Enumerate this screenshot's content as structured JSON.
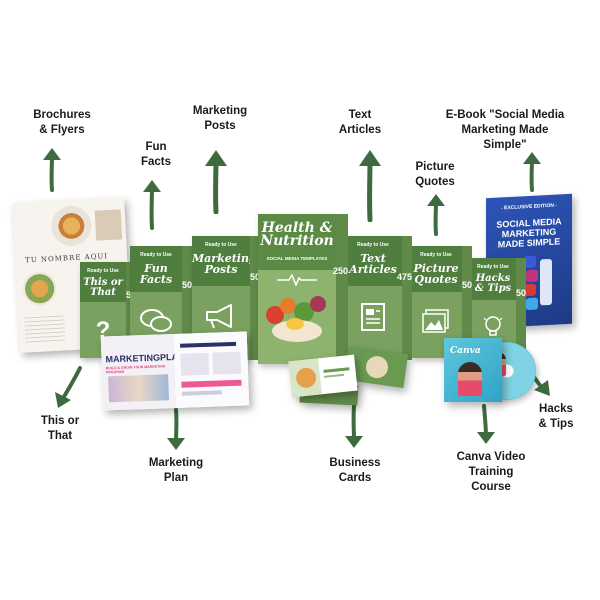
{
  "labels": {
    "brochures": "Brochures\n& Flyers",
    "fun_facts": "Fun\nFacts",
    "marketing_posts": "Marketing\nPosts",
    "text_articles": "Text\nArticles",
    "picture_quotes": "Picture\nQuotes",
    "ebook": "E-Book \"Social Media\nMarketing Made\nSimple\"",
    "this_or_that": "This or\nThat",
    "marketing_plan": "Marketing\nPlan",
    "business_cards": "Business\nCards",
    "canva_course": "Canva Video\nTraining\nCourse",
    "hacks_tips": "Hacks\n& Tips"
  },
  "boxes": {
    "ready_to_use": "Ready to Use",
    "this_or_that": {
      "title": "This or\nThat",
      "count": "50"
    },
    "fun_facts": {
      "title": "Fun\nFacts",
      "count": "50"
    },
    "marketing_posts": {
      "title": "Marketing\nPosts",
      "count": "50"
    },
    "main": {
      "title": "Health &\nNutrition",
      "subtitle": "SOCIAL MEDIA TEMPLATES",
      "count": "250"
    },
    "text_articles": {
      "title": "Text\nArticles",
      "count": "475"
    },
    "picture_quotes": {
      "title": "Picture\nQuotes",
      "count": "50"
    },
    "hacks_tips": {
      "title": "Hacks\n& Tips",
      "count": "50"
    }
  },
  "ebook_cover": {
    "badge": "- EXCLUSIVE EDITION -",
    "title": "SOCIAL MEDIA\nMARKETING\nMADE SIMPLE"
  },
  "brochure_cover": {
    "title": "TU NOMBRE AQUI"
  },
  "plan_book": {
    "title": "MARKETINGPLAN",
    "subtitle": "BUILD & GROW YOUR MARKETING PROGRAM"
  },
  "canva": {
    "logo": "Canva"
  },
  "colors": {
    "box_green": "#7aa15f",
    "box_dark": "#4f7e3f",
    "arrow": "#3d6b3f",
    "ebook_blue": "#2a4aa8"
  }
}
